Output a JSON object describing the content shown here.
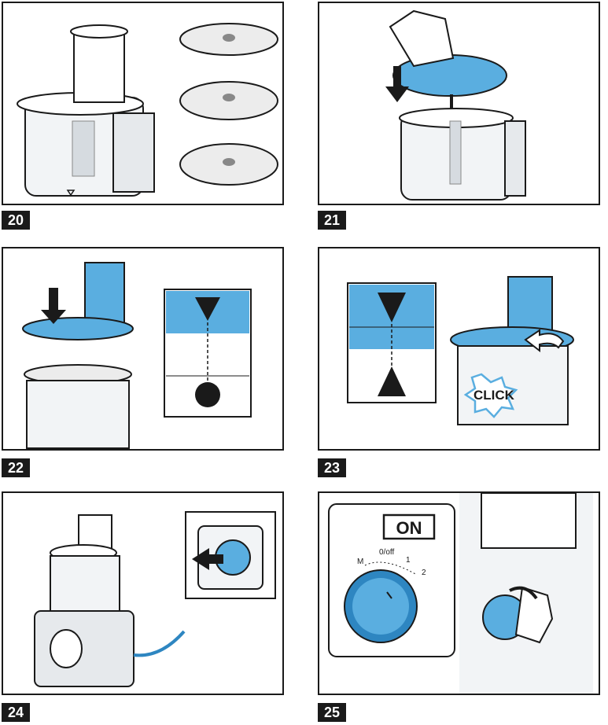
{
  "colors": {
    "accent_blue": "#5aaee0",
    "accent_blue_dark": "#2e86c1",
    "outline": "#1a1a1a",
    "light_gray": "#e6e9ec",
    "mid_gray": "#c9ced3"
  },
  "steps": [
    {
      "number": "20",
      "description": "bowl with pusher and three disc inserts"
    },
    {
      "number": "21",
      "description": "lower disc onto drive shaft"
    },
    {
      "number": "22",
      "description": "align lid marking with bowl marking"
    },
    {
      "number": "23",
      "description": "turn lid until it clicks"
    },
    {
      "number": "24",
      "description": "plug into socket"
    },
    {
      "number": "25",
      "description": "turn rotary switch on"
    }
  ],
  "labels": {
    "click": "CLICK",
    "on": "ON",
    "dial_m": "M",
    "dial_off": "0/off",
    "dial_1": "1",
    "dial_2": "2"
  },
  "icons": [
    "down-arrow-icon",
    "rotate-arrow-icon",
    "triangle-down-icon",
    "triangle-up-icon",
    "circle-marker-icon",
    "plug-icon"
  ]
}
